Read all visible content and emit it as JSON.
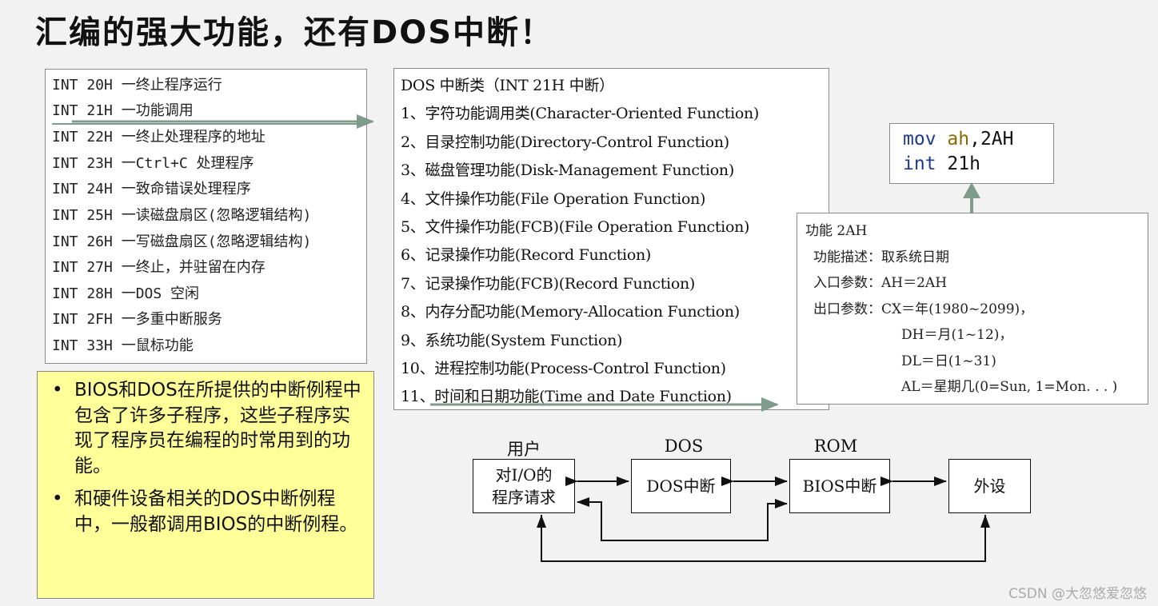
{
  "title": "汇编的强大功能，还有DOS中断！",
  "int_list": [
    "INT 20H 一终止程序运行",
    "INT 21H 一功能调用",
    "INT 22H 一终止处理程序的地址",
    "INT 23H 一Ctrl+C 处理程序",
    "INT 24H 一致命错误处理程序",
    "INT 25H 一读磁盘扇区(忽略逻辑结构)",
    "INT 26H 一写磁盘扇区(忽略逻辑结构)",
    "INT 27H 一终止，并驻留在内存",
    "INT 28H 一DOS 空闲",
    "INT 2FH 一多重中断服务",
    "INT 33H 一鼠标功能"
  ],
  "dos_list": {
    "header": "DOS 中断类（INT 21H 中断）",
    "items": [
      "1、字符功能调用类(Character-Oriented Function)",
      "2、目录控制功能(Directory-Control Function)",
      "3、磁盘管理功能(Disk-Management Function)",
      "4、文件操作功能(File Operation Function)",
      "5、文件操作功能(FCB)(File Operation Function)",
      "6、记录操作功能(Record Function)",
      "7、记录操作功能(FCB)(Record Function)",
      "8、内存分配功能(Memory-Allocation Function)",
      "9、系统功能(System Function)",
      "10、进程控制功能(Process-Control Function)",
      "11、时间和日期功能(Time and Date Function)"
    ]
  },
  "code": {
    "line1": {
      "kw": "mov",
      "reg": "ah",
      "rest": ",2AH"
    },
    "line2": {
      "kw": "int",
      "rest": " 21h"
    }
  },
  "func": {
    "title": "功能 2AH",
    "desc": "功能描述：取系统日期",
    "entry": "入口参数：AH＝2AH",
    "exit1": "出口参数：CX＝年(1980~2099)，",
    "exit2": "DH＝月(1~12)，",
    "exit3": "DL＝日(1~31)",
    "exit4": "AL＝星期几(0=Sun, 1=Mon. . . )"
  },
  "notes": [
    "BIOS和DOS在所提供的中断例程中包含了许多子程序，这些子程序实现了程序员在编程的时常用到的功能。",
    "和硬件设备相关的DOS中断例程中，一般都调用BIOS的中断例程。"
  ],
  "flow": {
    "label_user": "用户",
    "label_dos": "DOS",
    "label_rom": "ROM",
    "box_user": "对I/O的\n程序请求",
    "box_dos": "DOS中断",
    "box_bios": "BIOS中断",
    "box_device": "外设"
  },
  "watermark": "CSDN @大忽悠爱忽悠",
  "colors": {
    "arrow": "#7f9b8c",
    "note_bg": "#ffff99",
    "keyword": "#1f3b8f",
    "register": "#8a6a00"
  }
}
